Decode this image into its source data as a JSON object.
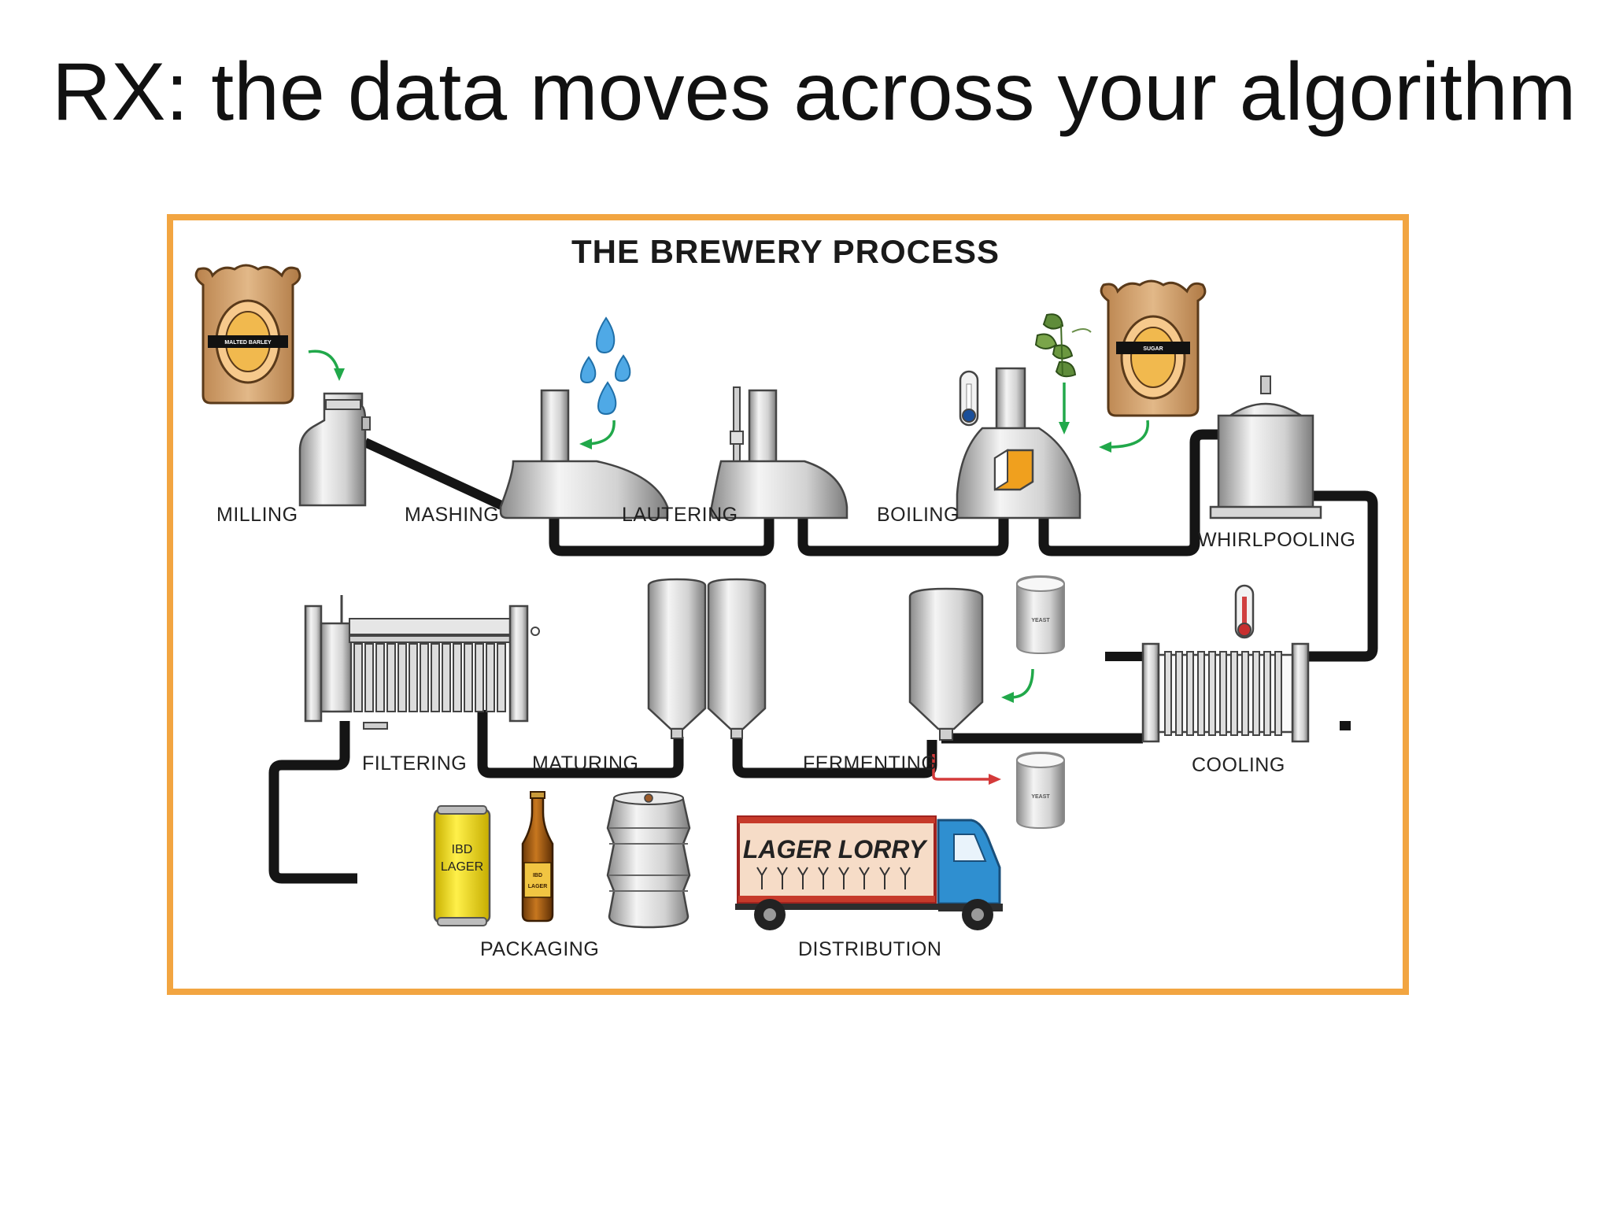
{
  "slide": {
    "title": "RX: the data moves across your algorithm"
  },
  "diagram": {
    "title": "THE BREWERY PROCESS",
    "frame_color": "#f2a541",
    "stages": {
      "milling": "MILLING",
      "mashing": "MASHING",
      "lautering": "LAUTERING",
      "boiling": "BOILING",
      "whirlpooling": "WHIRLPOOLING",
      "cooling": "COOLING",
      "fermenting": "FERMENTING",
      "maturing": "MATURING",
      "filtering": "FILTERING",
      "packaging": "PACKAGING",
      "distribution": "DISTRIBUTION"
    },
    "ingredients": {
      "barley_sack": "MALTED BARLEY",
      "sugar_sack": "SUGAR",
      "yeast_in": "YEAST",
      "yeast_out": "YEAST"
    },
    "products": {
      "can_line1": "IBD",
      "can_line2": "LAGER",
      "bottle_line1": "IBD",
      "bottle_line2": "LAGER"
    },
    "truck": {
      "label": "LAGER LORRY",
      "cab_color": "#2f8fd0",
      "box_color": "#f6dcc7"
    },
    "icons": [
      "sack-icon",
      "water-drops-icon",
      "hops-icon",
      "thermometer-icon",
      "yeast-canister-icon",
      "can-icon",
      "bottle-icon",
      "keg-icon",
      "truck-icon"
    ]
  }
}
